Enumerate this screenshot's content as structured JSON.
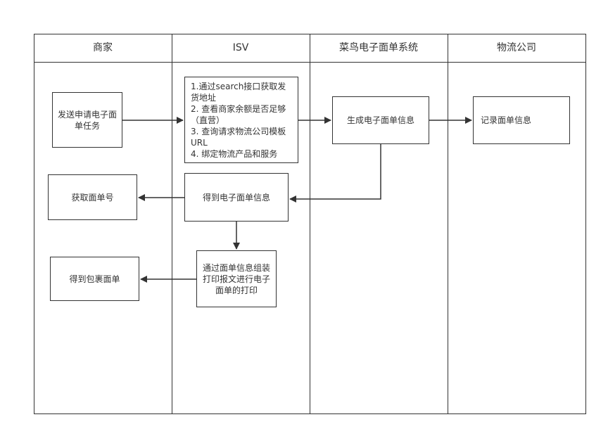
{
  "lanes": [
    "商家",
    "ISV",
    "菜鸟电子面单系统",
    "物流公司"
  ],
  "nodes": {
    "send_request": "发送申请电子面单任务",
    "isv_steps": [
      "1.通过search接口获取发货地址",
      "2. 查看商家余额是否足够（直营）",
      "3. 查询请求物流公司模板URL",
      "4. 绑定物流产品和服务"
    ],
    "generate_info": "生成电子面单信息",
    "record_info": "记录面单信息",
    "get_waybill_info": "得到电子面单信息",
    "get_waybill_no": "获取面单号",
    "assemble_print": "通过面单信息组装打印报文进行电子面单的打印",
    "get_package_waybill": "得到包裹面单"
  },
  "colors": {
    "line": "#333333",
    "fill": "#ffffff",
    "text": "#333333"
  }
}
